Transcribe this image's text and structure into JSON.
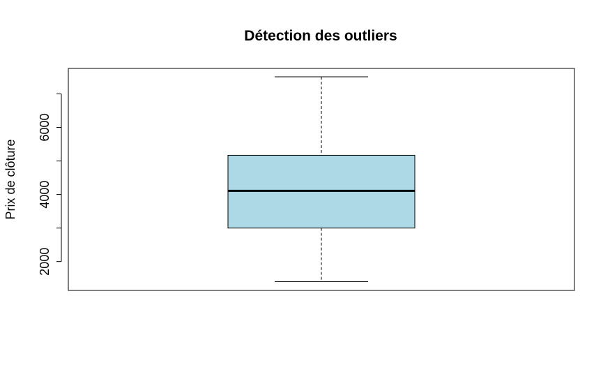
{
  "chart_data": {
    "type": "boxplot",
    "title": "Détection des outliers",
    "xlabel": "",
    "ylabel": "Prix de clôture",
    "yticks": [
      2000,
      4000,
      6000
    ],
    "ylim": [
      1140,
      7760
    ],
    "grid": false,
    "legend": "none",
    "box": {
      "min": 1400,
      "q1": 3000,
      "median": 4110,
      "q3": 5170,
      "max": 7510
    },
    "colors": {
      "box_fill": "#add8e6",
      "stroke": "#000000"
    }
  }
}
